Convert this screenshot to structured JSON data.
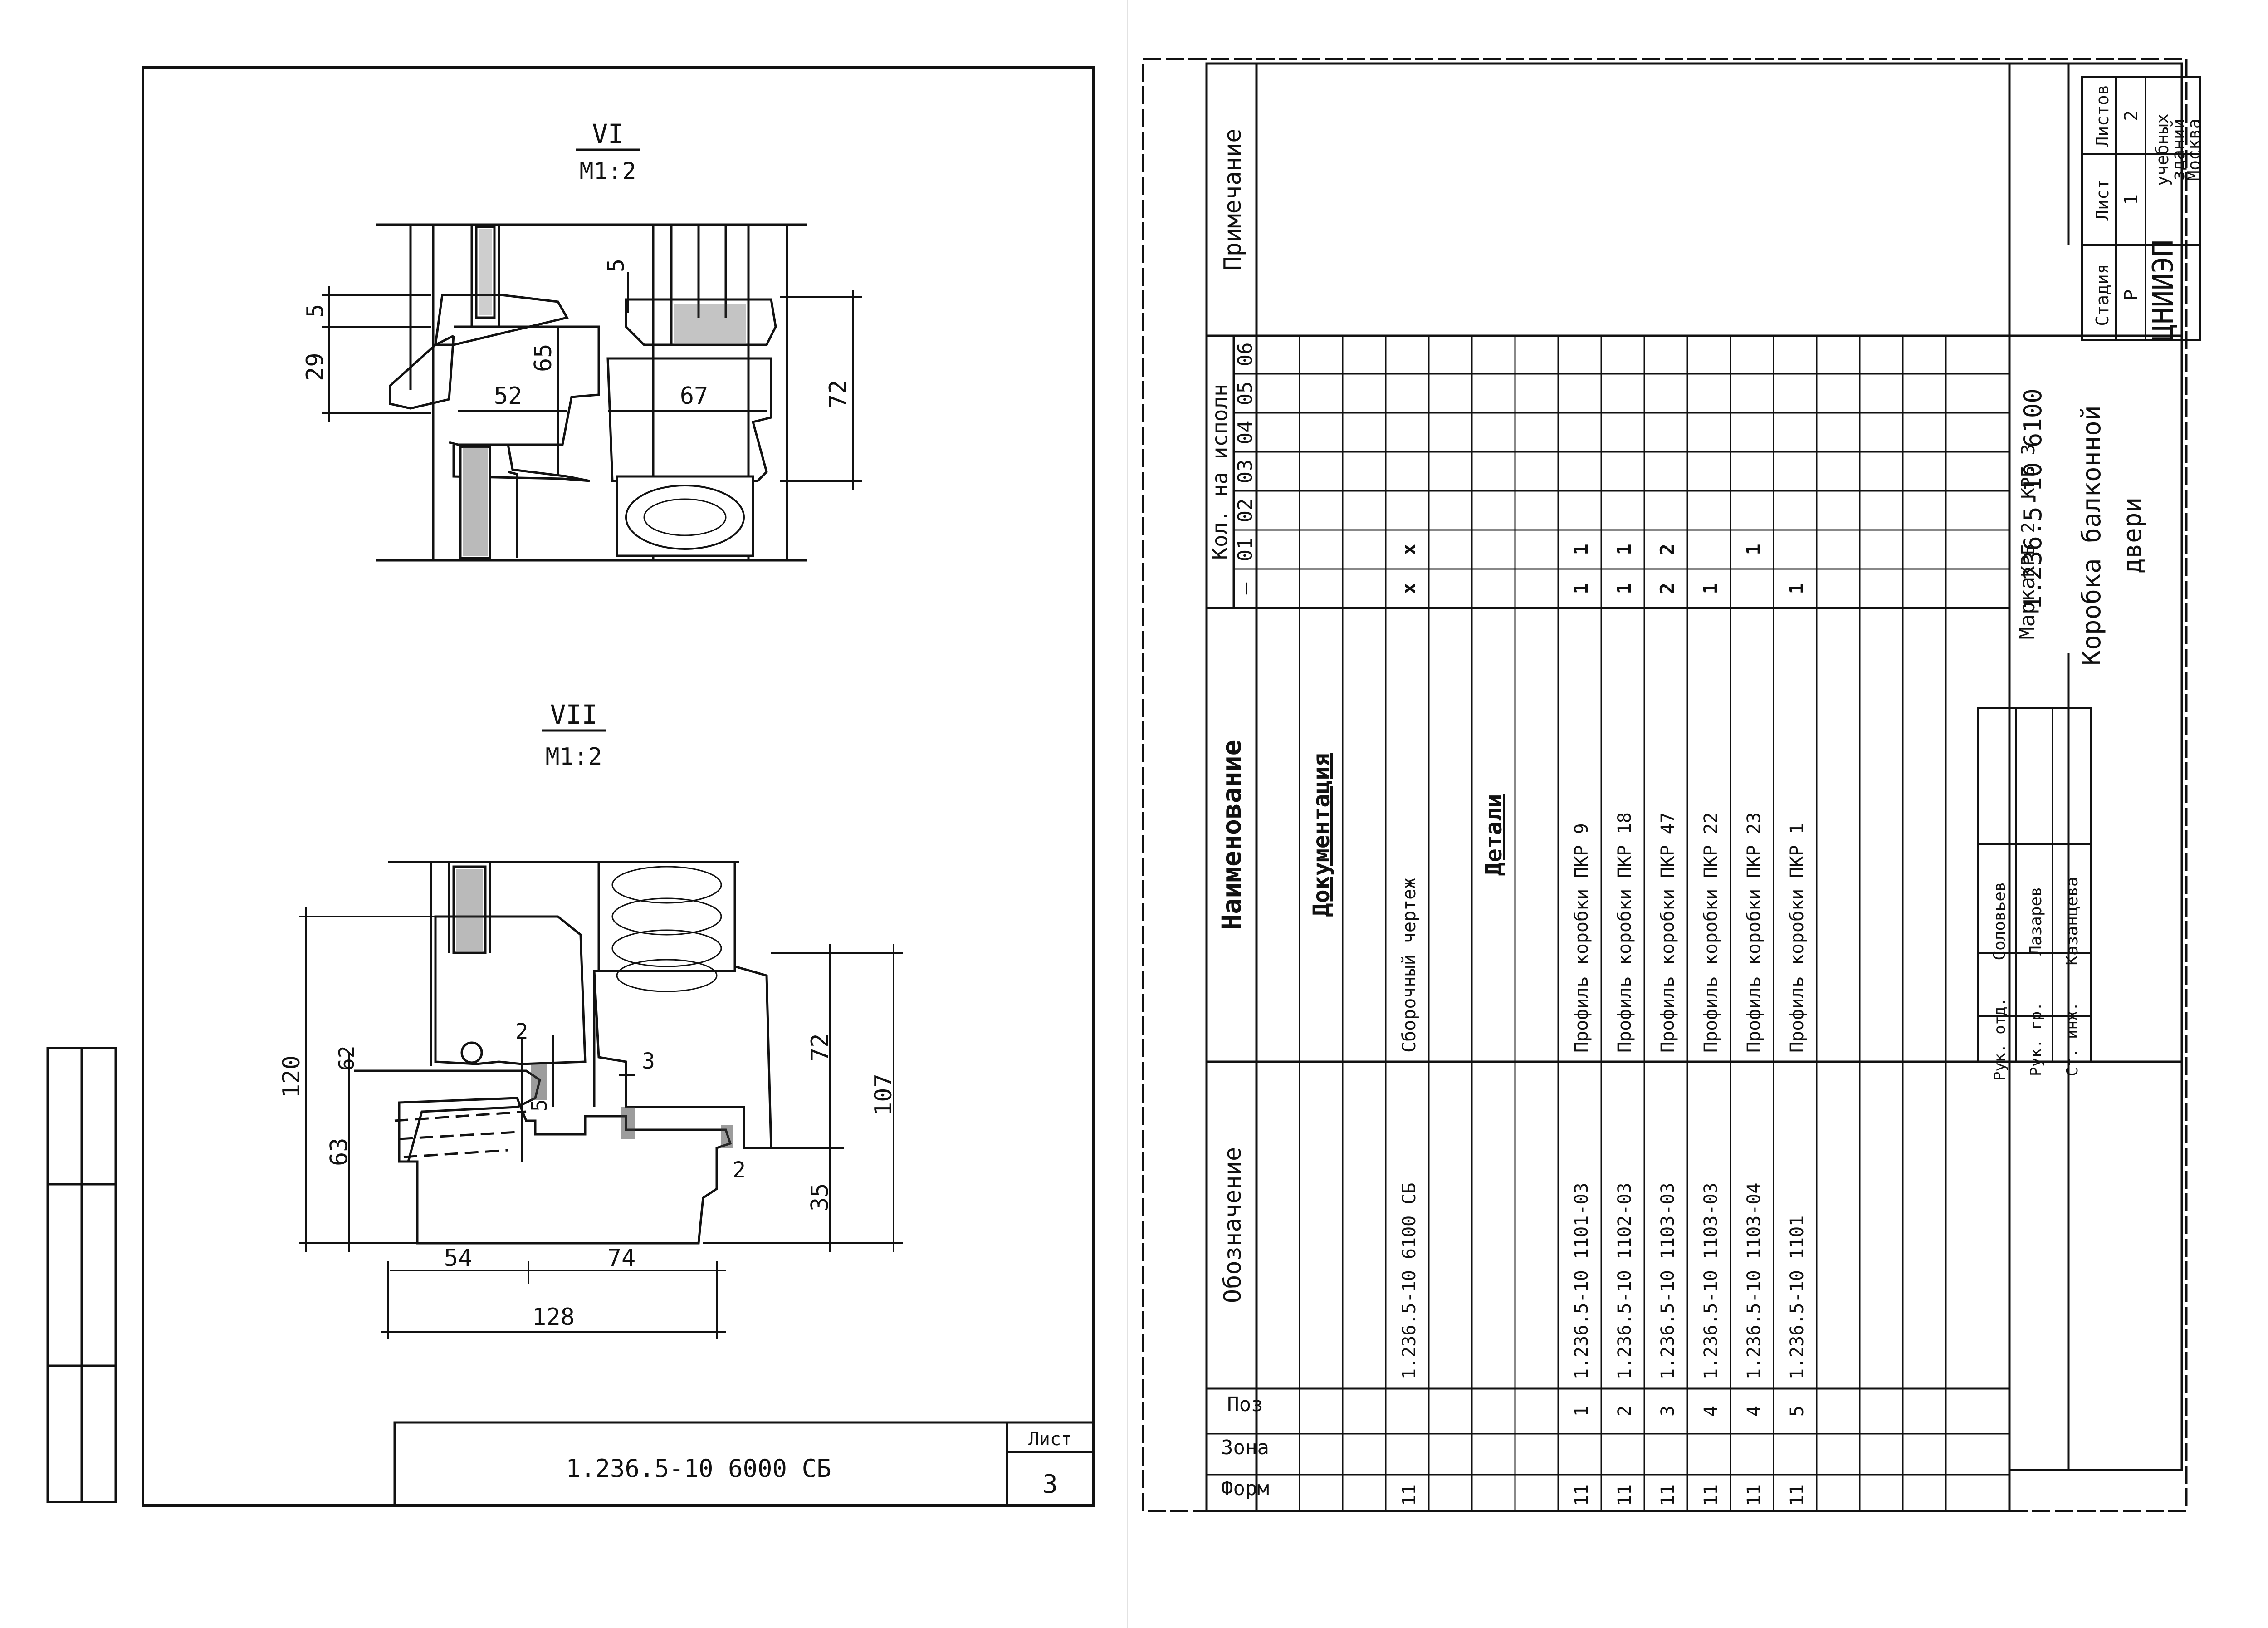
{
  "left_sheet": {
    "section_vi": {
      "label": "VI",
      "scale": "M1:2"
    },
    "section_vii": {
      "label": "VII",
      "scale": "M1:2"
    },
    "dims_vi": {
      "d5a": "5",
      "d29": "29",
      "d65": "65",
      "d52": "52",
      "d5b": "5",
      "d67": "67",
      "d72": "72"
    },
    "dims_vii": {
      "d120": "120",
      "d62": "62",
      "d2a": "2",
      "d3": "3",
      "d63": "63",
      "d5": "5",
      "d72": "72",
      "d107": "107",
      "d2b": "2",
      "d35": "35",
      "d54": "54",
      "d74": "74",
      "d128": "128"
    },
    "stamp": {
      "code": "1.236.5-10 6000 СБ",
      "sheet_label": "Лист",
      "sheet_no": "3"
    }
  },
  "spec_table": {
    "headers": {
      "format": "Форм",
      "zone": "Зона",
      "pos": "Поз",
      "designation": "Обозначение",
      "name": "Наименование",
      "qty": "Кол. на исполн",
      "note": "Примечание"
    },
    "exec_columns": [
      "—",
      "01",
      "02",
      "03",
      "04",
      "05",
      "06"
    ],
    "marka_label": "Марка",
    "marka_values": [
      "КРБ 2",
      "КРБ 3"
    ],
    "rows": [
      {
        "format": "",
        "pos": "",
        "designation": "",
        "name": "Документация",
        "section": true,
        "qty": [
          "",
          "",
          "",
          "",
          "",
          "",
          ""
        ]
      },
      {
        "format": "11",
        "pos": "",
        "designation": "1.236.5-10 6100 СБ",
        "name": "Сборочный чертеж",
        "section": false,
        "qty": [
          "x",
          "x",
          "",
          "",
          "",
          "",
          ""
        ]
      },
      {
        "format": "",
        "pos": "",
        "designation": "",
        "name": "Детали",
        "section": true,
        "qty": [
          "",
          "",
          "",
          "",
          "",
          "",
          ""
        ]
      },
      {
        "format": "11",
        "pos": "1",
        "designation": "1.236.5-10 1101-03",
        "name": "Профиль коробки ПКР 9",
        "section": false,
        "qty": [
          "1",
          "1",
          "",
          "",
          "",
          "",
          ""
        ]
      },
      {
        "format": "11",
        "pos": "2",
        "designation": "1.236.5-10 1102-03",
        "name": "Профиль коробки ПКР 18",
        "section": false,
        "qty": [
          "1",
          "1",
          "",
          "",
          "",
          "",
          ""
        ]
      },
      {
        "format": "11",
        "pos": "3",
        "designation": "1.236.5-10 1103-03",
        "name": "Профиль коробки ПКР 47",
        "section": false,
        "qty": [
          "2",
          "2",
          "",
          "",
          "",
          "",
          ""
        ]
      },
      {
        "format": "11",
        "pos": "4",
        "designation": "1.236.5-10 1103-03",
        "name": "Профиль коробки ПКР 22",
        "section": false,
        "qty": [
          "1",
          "",
          "",
          "",
          "",
          "",
          ""
        ]
      },
      {
        "format": "11",
        "pos": "4",
        "designation": "1.236.5-10 1103-04",
        "name": "Профиль коробки ПКР 23",
        "section": false,
        "qty": [
          "",
          "1",
          "",
          "",
          "",
          "",
          ""
        ]
      },
      {
        "format": "11",
        "pos": "5",
        "designation": "1.236.5-10 1101",
        "name": "Профиль коробки ПКР 1",
        "section": false,
        "qty": [
          "1",
          "",
          "",
          "",
          "",
          "",
          ""
        ]
      }
    ]
  },
  "title_block": {
    "doc_code": "1.236.5-10 6100",
    "title_line1": "Коробка балконной",
    "title_line2": "двери",
    "stage_label": "Стадия",
    "sheet_label": "Лист",
    "sheets_label": "Листов",
    "stage": "Р",
    "sheet": "1",
    "sheets": "2",
    "org_line1": "ЦНИИЭП",
    "org_line2": "учебных",
    "org_line3": "зданий",
    "org_line4": "Москва",
    "signers": [
      {
        "role": "Рук. отд.",
        "name": "Соловьев"
      },
      {
        "role": "Рук. гр.",
        "name": "Лазарев"
      },
      {
        "role": "Ст. инж.",
        "name": "Казанцева"
      }
    ]
  }
}
